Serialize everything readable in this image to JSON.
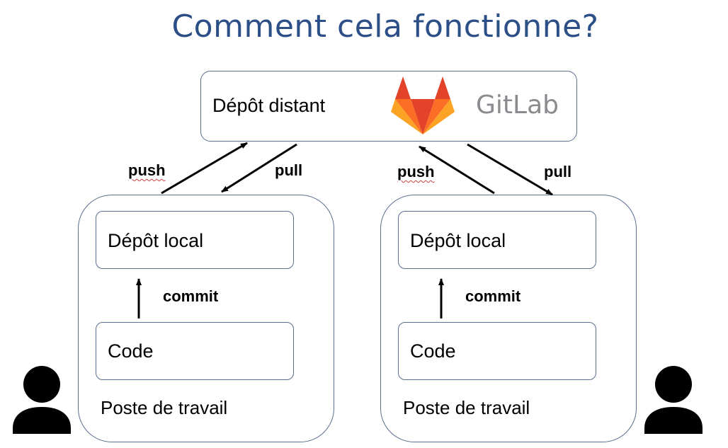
{
  "title": "Comment cela fonctionne?",
  "remote": {
    "label": "Dépôt distant",
    "brand": "GitLab"
  },
  "arrows": {
    "push": "push",
    "pull": "pull",
    "commit": "commit"
  },
  "workstations": [
    {
      "local_repo": "Dépôt local",
      "code": "Code",
      "label": "Poste de travail"
    },
    {
      "local_repo": "Dépôt local",
      "code": "Code",
      "label": "Poste de travail"
    }
  ],
  "colors": {
    "title": "#2b4f86",
    "border": "#5b6f8f",
    "gitlab_text": "#8a8a8f",
    "gitlab_orange": "#e24329",
    "gitlab_orange_light": "#fca326",
    "gitlab_orange_mid": "#fc6d26"
  },
  "icons": {
    "logo": "gitlab-logo",
    "user": "person-icon"
  }
}
